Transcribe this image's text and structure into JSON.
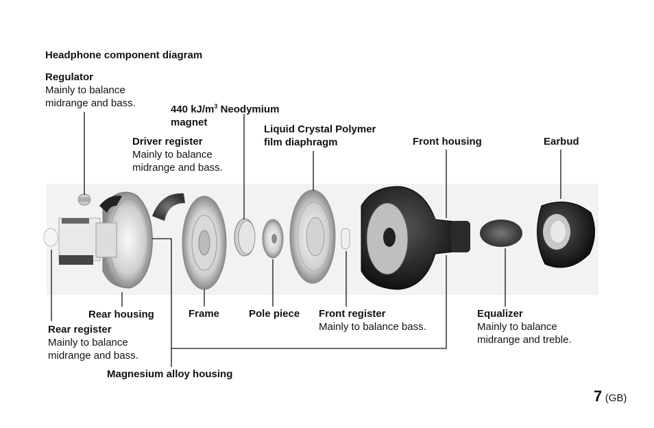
{
  "title": "Headphone component diagram",
  "labels": {
    "regulator": {
      "name": "Regulator",
      "desc1": "Mainly to balance",
      "desc2": "midrange and bass."
    },
    "magnet": {
      "name_line1_pre": "440 kJ/m",
      "name_line1_sup": "3",
      "name_line1_post": " Neodymium",
      "name_line2": "magnet"
    },
    "diaphragm": {
      "line1": "Liquid Crystal Polymer",
      "line2": "film diaphragm"
    },
    "driver_register": {
      "name": "Driver register",
      "desc1": "Mainly to balance",
      "desc2": "midrange and bass."
    },
    "front_housing": {
      "name": "Front housing"
    },
    "earbud": {
      "name": "Earbud"
    },
    "rear_housing": {
      "name": "Rear housing"
    },
    "frame": {
      "name": "Frame"
    },
    "pole_piece": {
      "name": "Pole piece"
    },
    "front_register": {
      "name": "Front register",
      "desc1": "Mainly to balance bass."
    },
    "equalizer": {
      "name": "Equalizer",
      "desc1": "Mainly to balance",
      "desc2": "midrange and treble."
    },
    "rear_register": {
      "name": "Rear register",
      "desc1": "Mainly to balance",
      "desc2": "midrange and bass."
    },
    "magnesium_housing": {
      "name": "Magnesium alloy housing"
    }
  },
  "page": {
    "number": "7",
    "suffix": "(GB)"
  }
}
